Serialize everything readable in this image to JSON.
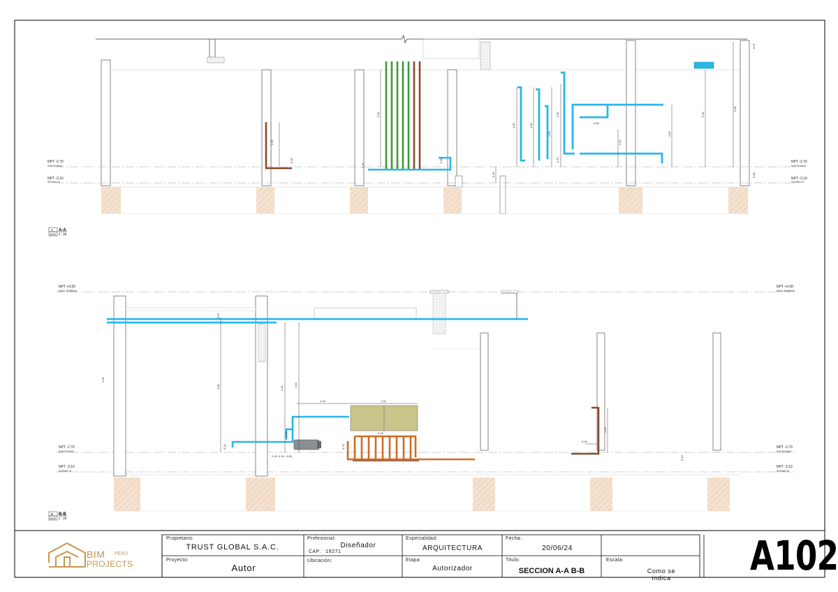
{
  "levels": {
    "nivel_a": "NPT -2.70",
    "nivel_a_sub": "SUB SOTANO",
    "nivel_b": "NPT -3.10",
    "nivel_b_sub": "SOTANO 01",
    "nivel_c": "NPT +0.50",
    "nivel_c_sub": "NIVEL TERRENO"
  },
  "section_a": {
    "tag_letter": "A",
    "tag_sheet": "A102",
    "name": "A-A",
    "scale": "1 : 25"
  },
  "section_b": {
    "tag_letter": "B",
    "tag_sheet": "A102",
    "name": "B-B",
    "scale": "1 : 20"
  },
  "dims_a": [
    "1.15",
    "2.92",
    "0.25",
    "0.60",
    "0.25",
    "1.95",
    "1.90",
    "1.50",
    "2.50",
    "0.70",
    "0.84",
    "1.20",
    "1.50",
    "2.53",
    "2.95",
    "0.37",
    "0.40",
    "0.40"
  ],
  "dims_b": [
    "0.57",
    "2.90",
    "2.65",
    "2.43",
    "2.94",
    "1.15",
    "1.32",
    "3.15",
    "0.74",
    "0.13",
    "0.15",
    "0.05",
    "0.19",
    "0.74",
    "0.34",
    "1.65",
    "0.10"
  ],
  "title_block": {
    "logo_main": "BIM",
    "logo_country": "PERÚ",
    "logo_sub": "PROJECTS",
    "propietario_label": "Propietario:",
    "propietario": "TRUST GLOBAL S.A.C.",
    "proyecto_label": "Proyecto:",
    "proyecto": "Autor",
    "profesional_label": "Profesional:",
    "profesional": "Diseñador",
    "cap_label": "CAP:",
    "cap": "19271",
    "ubicacion_label": "Ubicación:",
    "especialidad_label": "Especialidad:",
    "especialidad": "ARQUITECTURA",
    "etapa_label": "Etapa:",
    "etapa": "Autorizador",
    "fecha_label": "Fecha:",
    "fecha": "20/06/24",
    "titulo_label": "Titulo:",
    "titulo": "SECCION A-A B-B",
    "escala_label": "Escala:",
    "escala": "Como se indica",
    "sheet_number": "A102"
  },
  "colors": {
    "pipe_blue": "#29b6e6",
    "pipe_green": "#3a9a35",
    "pipe_brown": "#8b4a2b",
    "pipe_orange": "#d06a25",
    "footing": "#f3dcc8",
    "tank": "#c8c48a",
    "logo": "#c8964a"
  }
}
